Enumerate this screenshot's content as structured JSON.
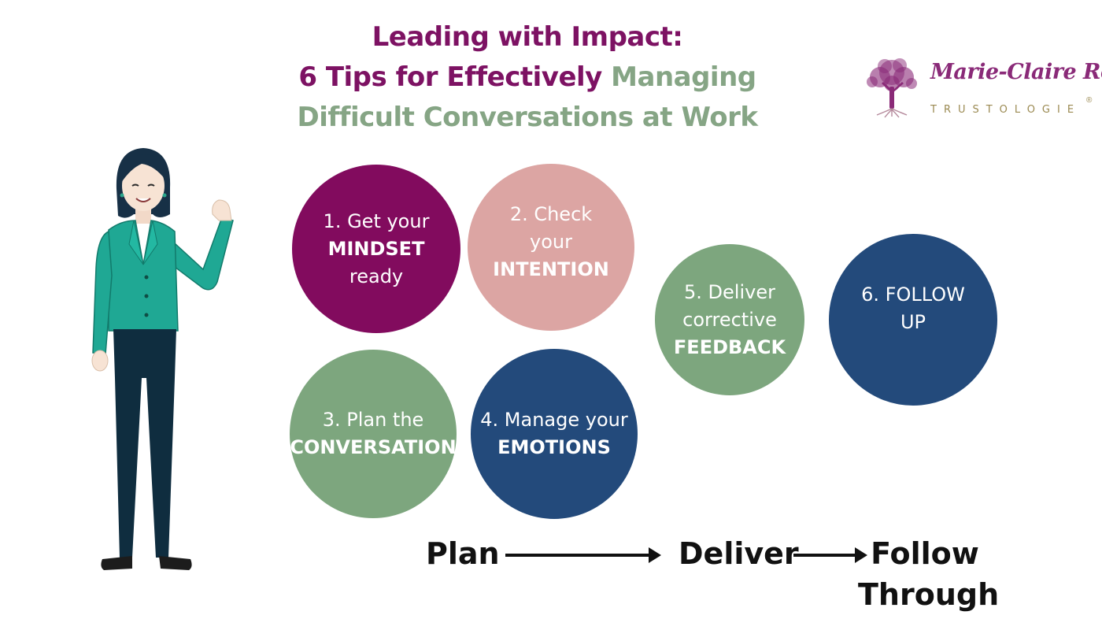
{
  "title": {
    "line1": "Leading with Impact:",
    "line2_purple": "6 Tips for Effectively ",
    "line2_green": "Managing",
    "line3": "Difficult Conversations at Work"
  },
  "logo": {
    "name": "Marie-Claire Ross",
    "subtitle": "TRUSTOLOGIE",
    "registered": "®"
  },
  "tips": [
    {
      "lines": [
        "1. Get your"
      ],
      "bold": "MINDSET",
      "after": "ready",
      "color": "#820b5e"
    },
    {
      "lines": [
        "2. Check",
        "your"
      ],
      "bold": "INTENTION",
      "color": "#dca5a3"
    },
    {
      "lines": [
        "3. Plan the"
      ],
      "bold": "CONVERSATION",
      "color": "#7da67e"
    },
    {
      "lines": [
        "4. Manage your"
      ],
      "bold": "EMOTIONS",
      "color": "#234a7b"
    },
    {
      "lines": [
        "5. Deliver",
        "corrective"
      ],
      "bold": "FEEDBACK",
      "color": "#7da67e"
    },
    {
      "lines": [
        "6. FOLLOW",
        "UP"
      ],
      "color": "#234a7b"
    }
  ],
  "process": {
    "plan": "Plan",
    "deliver": "Deliver",
    "follow_line1": "Follow",
    "follow_line2": "Through"
  },
  "icons": {
    "logo_icon": "tree-icon",
    "person": "businesswoman-illustration",
    "arrow": "right-arrow-icon"
  }
}
